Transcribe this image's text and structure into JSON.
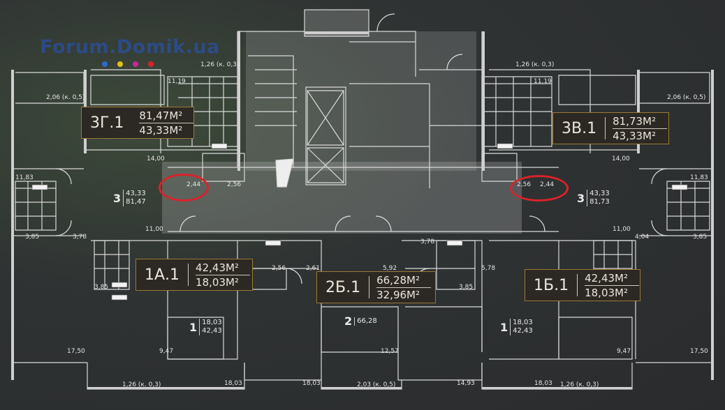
{
  "watermark": {
    "text": "Forum.Domik.ua",
    "dot_colors": [
      "#2a6bd1",
      "#e2c21a",
      "#c9279a",
      "#d8232a"
    ]
  },
  "apartments": [
    {
      "code": "3Г.1",
      "total": "81,47М²",
      "living": "43,33М²"
    },
    {
      "code": "3В.1",
      "total": "81,73М²",
      "living": "43,33М²"
    },
    {
      "code": "1А.1",
      "total": "42,43М²",
      "living": "18,03М²"
    },
    {
      "code": "2Б.1",
      "total": "66,28М²",
      "living": "32,96М²"
    },
    {
      "code": "1Б.1",
      "total": "42,43М²",
      "living": "18,03М²"
    }
  ],
  "room_badges": [
    {
      "rooms": "3",
      "top": "43,33",
      "bottom": "81,47"
    },
    {
      "rooms": "3",
      "top": "43,33",
      "bottom": "81,73"
    },
    {
      "rooms": "1",
      "top": "18,03",
      "bottom": "42,43"
    },
    {
      "rooms": "2",
      "top": "",
      "bottom": "66,28"
    },
    {
      "rooms": "1",
      "top": "18,03",
      "bottom": "42,43"
    }
  ],
  "dimensions": [
    "1,26 (к. 0,3)",
    "1,26 (к. 0,3)",
    "2,06 (к. 0,5)",
    "2,06 (к. 0,5)",
    "11,19",
    "11,19",
    "14,00",
    "14,00",
    "11,83",
    "11,83",
    "2,44",
    "2,44",
    "2,56",
    "2,56",
    "11,00",
    "11,00",
    "3,85",
    "3,85",
    "3,78",
    "4,04",
    "3,78",
    "2,56",
    "2,61",
    "5,92",
    "5,78",
    "3,85",
    "3,85",
    "9,47",
    "9,47",
    "17,50",
    "17,50",
    "12,57",
    "1,26 (к. 0,3)",
    "18,03",
    "18,03",
    "2,03 (к. 0,5)",
    "14,93",
    "18,03",
    "1,26 (к. 0,3)"
  ],
  "highlight_color": "#d8232a",
  "accent_color": "#9a7a38"
}
